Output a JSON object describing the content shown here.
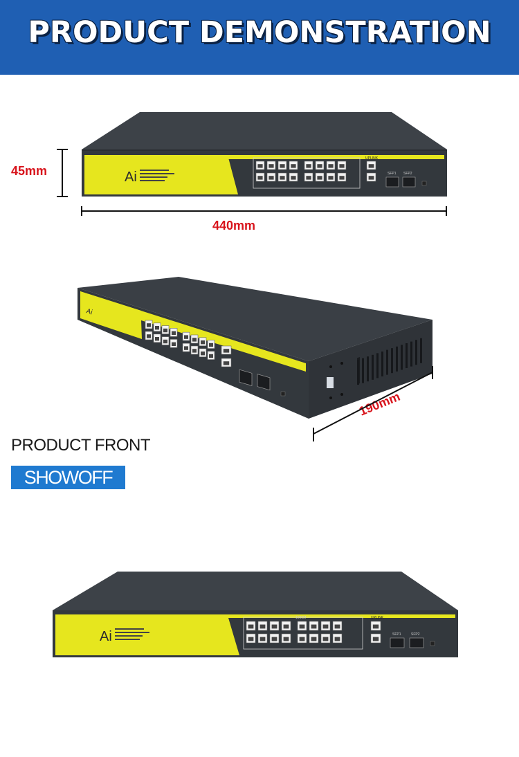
{
  "banner": {
    "title": "PRODUCT DEMONSTRATION"
  },
  "dimensions": {
    "height": "45mm",
    "width": "440mm",
    "depth": "190mm"
  },
  "section": {
    "title": "PRODUCT FRONT",
    "tag": "SHOWOFF"
  },
  "device": {
    "logo": "Ai",
    "group_label": "1000M",
    "uplink_label": "UPLINK",
    "sfp1_label": "SFP1",
    "sfp2_label": "SFP2"
  },
  "colors": {
    "banner": "#1f5fb3",
    "dimension": "#d8141c",
    "panel_yellow": "#e6e61e",
    "chassis": "#3a3f45",
    "tag": "#1f7ad0"
  }
}
